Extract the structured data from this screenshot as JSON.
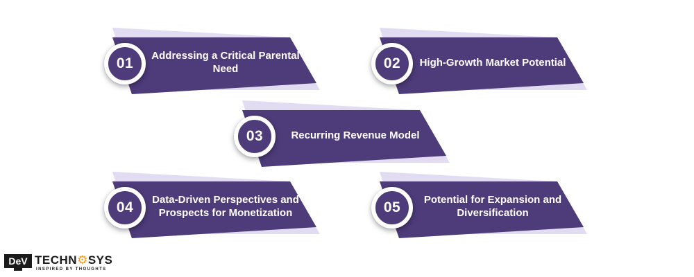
{
  "colors": {
    "main": "#4e3b7a",
    "shadow": "#e2dcf2"
  },
  "items": [
    {
      "number": "01",
      "text": "Addressing a Critical Parental Need"
    },
    {
      "number": "02",
      "text": "High-Growth Market Potential"
    },
    {
      "number": "03",
      "text": "Recurring Revenue Model"
    },
    {
      "number": "04",
      "text": "Data-Driven Perspectives and Prospects for Monetization"
    },
    {
      "number": "05",
      "text": "Potential for Expansion and Diversification"
    }
  ],
  "logo": {
    "box_text": "DeV",
    "word_pre": "TECHN",
    "word_mid": "⚙",
    "word_post": "SYS",
    "tagline": "INSPIRED BY THOUGHTS"
  }
}
